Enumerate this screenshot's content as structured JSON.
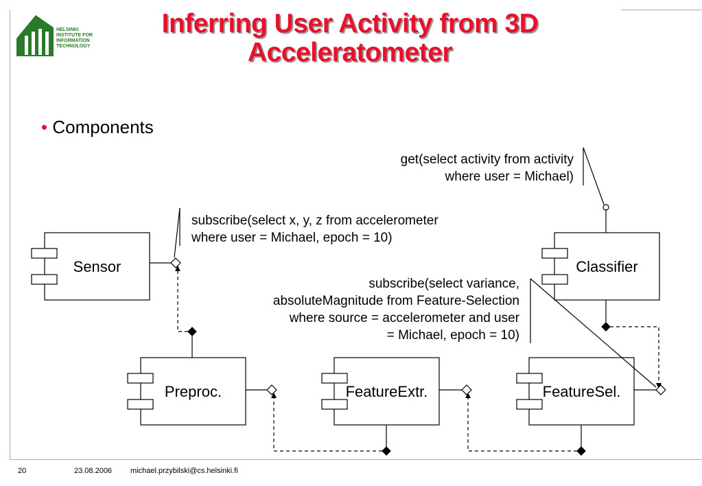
{
  "slide": {
    "title_line1": "Inferring User Activity from 3D",
    "title_line2": "Acceleratometer",
    "logo": {
      "line1": "HELSINKI",
      "line2": "INSTITUTE FOR",
      "line3": "INFORMATION",
      "line4": "TECHNOLOGY"
    },
    "bullet_text": "Components",
    "footer": {
      "page_number": "20",
      "date": "23.08.2006",
      "email": "michael.przybilski@cs.helsinki.fi"
    },
    "colors": {
      "title": "#e8102a",
      "bullet": "#e8102a",
      "logo": "#2a7a2a"
    }
  },
  "diagram": {
    "components": [
      {
        "id": "sensor",
        "label": "Sensor"
      },
      {
        "id": "classifier",
        "label": "Classifier"
      },
      {
        "id": "preproc",
        "label": "Preproc."
      },
      {
        "id": "featureextr",
        "label": "FeatureExtr."
      },
      {
        "id": "featuresel",
        "label": "FeatureSel."
      }
    ],
    "notes": {
      "get_activity": {
        "line1": "get(select activity from activity",
        "line2": "where user = Michael)"
      },
      "subscribe_accel": {
        "line1": "subscribe(select x, y, z from accelerometer",
        "line2": "where user = Michael, epoch = 10)"
      },
      "subscribe_variance": {
        "line1": "subscribe(select variance,",
        "line2": "absoluteMagnitude from Feature-Selection",
        "line3": "where source = accelerometer and   user",
        "line4": "= Michael, epoch = 10)"
      }
    }
  }
}
